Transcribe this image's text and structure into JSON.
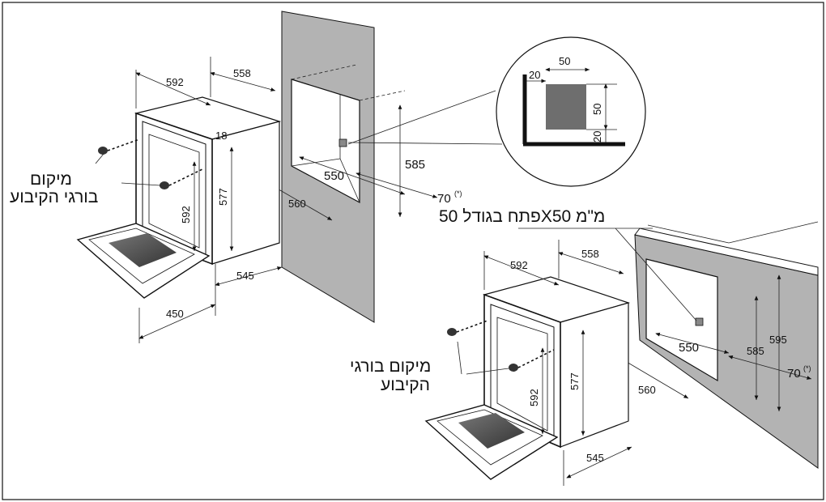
{
  "labels": {
    "screws_left": [
      "מיקום",
      "בורגי הקיבוע"
    ],
    "screws_right": [
      "מיקום בורגי",
      "הקיבוע"
    ],
    "opening": "פתח בגודל 50X50 מ\"מ"
  },
  "dims_left": {
    "width": "592",
    "depth": "558",
    "top": "18",
    "height": "577",
    "inner_height": "592",
    "door_depth": "450",
    "body_depth": "545",
    "niche_width": "550",
    "niche_depth": "560",
    "niche_height": "585",
    "clearance": "70",
    "clearance_note": "(*)"
  },
  "dims_detail": {
    "top_width": "50",
    "left_offset": "20",
    "side_height": "50",
    "bottom_offset": "20"
  },
  "dims_right": {
    "width": "592",
    "depth": "558",
    "height": "577",
    "inner_height": "592",
    "body_depth": "545",
    "niche_width": "550",
    "niche_depth": "560",
    "niche_height": "585",
    "wall_height": "595",
    "clearance": "70",
    "clearance_note": "(*)"
  },
  "colors": {
    "wall": "#b3b3b3",
    "vent": "#6e6e6e",
    "glass": "#555555",
    "line": "#111111"
  }
}
